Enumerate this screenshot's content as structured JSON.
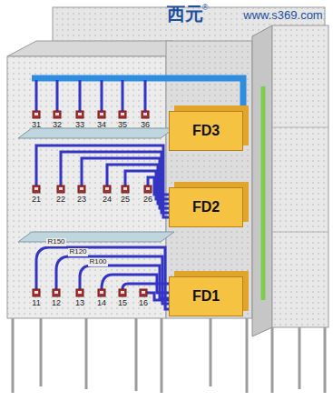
{
  "diagram": {
    "nodes": [
      {
        "text": [
          "FD3"
        ]
      },
      {
        "text": [
          "FD2"
        ]
      },
      {
        "text": [
          "FD1"
        ]
      }
    ],
    "labels": [
      "西元",
      "®",
      "www.s369.com",
      "31",
      "32",
      "33",
      "34",
      "35",
      "36",
      "21",
      "22",
      "23",
      "24",
      "25",
      "26",
      "11",
      "12",
      "13",
      "14",
      "15",
      "16",
      "R150",
      "R120",
      "R100"
    ]
  }
}
